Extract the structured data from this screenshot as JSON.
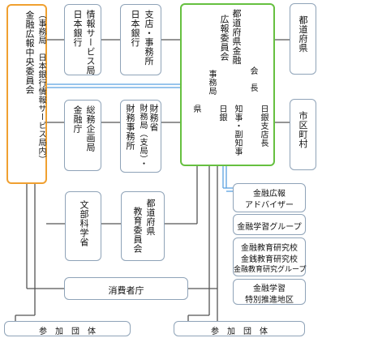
{
  "left_committee": {
    "col1": "金融広報中央委員会",
    "col2": "（事務局　日本銀行情報サービス局内）"
  },
  "boj_info": {
    "col1": "日本銀行",
    "col2": "情報サービス局"
  },
  "boj_branch": {
    "col1": "日本銀行",
    "col2": "支店・事務所"
  },
  "pref_committee": {
    "title1": "都道府県金融",
    "title2": "広報委員会",
    "secretariat": "事務局",
    "pref": "県",
    "boj": "日銀",
    "chair": "会　長",
    "governor": "知事・副知事",
    "boj_branch_chief": "日銀支店長"
  },
  "prefecture": "都道府県",
  "municipality": "市区町村",
  "fsa": {
    "col1": "金融庁",
    "col2": "総務企画局"
  },
  "mof": {
    "col1": "財務省",
    "col2": "財務局（支局）・",
    "col3": "財務事務所"
  },
  "mext": "文部科学省",
  "pref_edu": {
    "col1": "都道府県",
    "col2": "教育委員会"
  },
  "consumer_agency": "消費者庁",
  "advisers": {
    "adviser1": "金融広報",
    "adviser2": "アドバイザー",
    "study_group": "金融学習グループ",
    "school1": "金融教育研究校",
    "school2": "金銭教育研究校",
    "school3": "金融教育研究グループ",
    "special1": "金融学習",
    "special2": "特別推進地区"
  },
  "participating_left": "参　加　団　体",
  "participating_right": "参　加　団　体",
  "colors": {
    "orange": "#f0a030",
    "green": "#66c040",
    "blue": "#5aa0e0",
    "line": "#555555",
    "border": "#8fa3b8"
  }
}
